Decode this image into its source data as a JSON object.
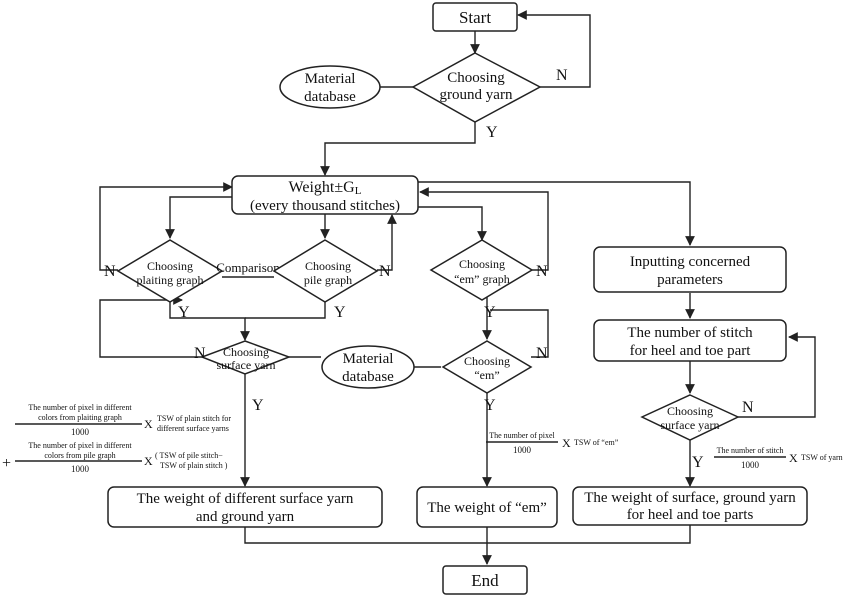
{
  "nodes": {
    "start": "Start",
    "end": "End",
    "material_db_top": [
      "Material",
      "database"
    ],
    "choose_ground": [
      "Choosing",
      "ground yarn"
    ],
    "weight_gl": [
      "Weight±G",
      "(every thousand stitches)"
    ],
    "weight_gl_sub": "L",
    "choose_plaiting": [
      "Choosing",
      "plaiting graph"
    ],
    "choose_pile": [
      "Choosing",
      "pile graph"
    ],
    "comparison": "Comparison",
    "choose_em_graph": [
      "Choosing",
      "“em” graph"
    ],
    "choose_surface": [
      "Choosing",
      "surface yarn"
    ],
    "material_db_mid": [
      "Material",
      "database"
    ],
    "choose_em": [
      "Choosing",
      "“em”"
    ],
    "inputting": [
      "Inputting concerned",
      "parameters"
    ],
    "stitch_number": [
      "The number of stitch",
      "for heel and toe part"
    ],
    "choose_surface_right": [
      "Choosing",
      "surface yarn"
    ],
    "weight_surface_ground": [
      "The weight of different surface yarn",
      "and ground yarn"
    ],
    "weight_em": "The weight of “em”",
    "weight_heel_toe": [
      "The weight of surface, ground yarn",
      "for heel and toe parts"
    ]
  },
  "labels": {
    "yes": "Y",
    "no": "N"
  },
  "formulas": {
    "f1_num": [
      "The number of pixel in different",
      "colors from plaiting graph"
    ],
    "f1_den": "1000",
    "f1_times": "X",
    "f1_rhs": [
      "TSW of plain stitch for",
      "different surface yarns"
    ],
    "f2_plus": "+",
    "f2_num": [
      "The number of pixel in different",
      "colors from pile graph"
    ],
    "f2_den": "1000",
    "f2_times": "X",
    "f2_rhs": [
      "( TSW of pile stitch−",
      "TSW of plain stitch )"
    ],
    "f3_num": "The number of pixel",
    "f3_den": "1000",
    "f3_times": "X",
    "f3_rhs": "TSW of “em”",
    "f4_num": "The number of stitch",
    "f4_den": "1000",
    "f4_times": "X",
    "f4_rhs": "TSW of yarn"
  }
}
